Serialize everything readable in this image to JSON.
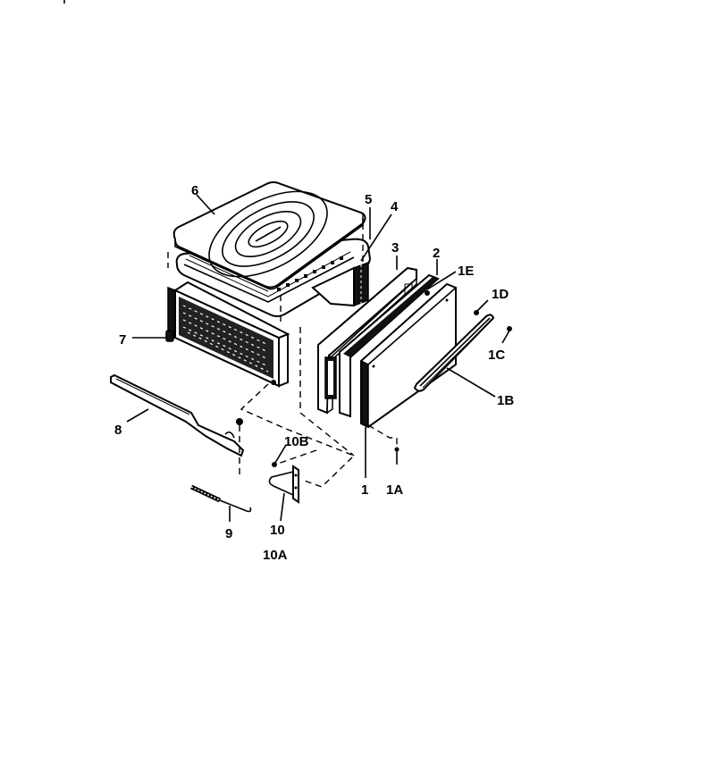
{
  "diagram": {
    "type": "exploded-parts-diagram",
    "subject": "drawer assembly",
    "callouts": [
      {
        "id": "6",
        "label": "6",
        "part": "pan top"
      },
      {
        "id": "5",
        "label": "5",
        "part": "pan insert"
      },
      {
        "id": "4",
        "label": "4",
        "part": "rear panel"
      },
      {
        "id": "3",
        "label": "3",
        "part": "drawer front inner"
      },
      {
        "id": "2",
        "label": "2",
        "part": "insulation"
      },
      {
        "id": "1E",
        "label": "1E",
        "part": "fastener"
      },
      {
        "id": "1D",
        "label": "1D",
        "part": "screw"
      },
      {
        "id": "1C",
        "label": "1C",
        "part": "screw"
      },
      {
        "id": "1B",
        "label": "1B",
        "part": "handle"
      },
      {
        "id": "1",
        "label": "1",
        "part": "drawer front panel"
      },
      {
        "id": "1A",
        "label": "1A",
        "part": "screw"
      },
      {
        "id": "7",
        "label": "7",
        "part": "drawer body"
      },
      {
        "id": "8",
        "label": "8",
        "part": "slide rail"
      },
      {
        "id": "9",
        "label": "9",
        "part": "spring"
      },
      {
        "id": "10",
        "label": "10",
        "part": "bracket"
      },
      {
        "id": "10A",
        "label": "10A",
        "part": "bracket assembly"
      },
      {
        "id": "10B",
        "label": "10B",
        "part": "screw"
      }
    ]
  }
}
